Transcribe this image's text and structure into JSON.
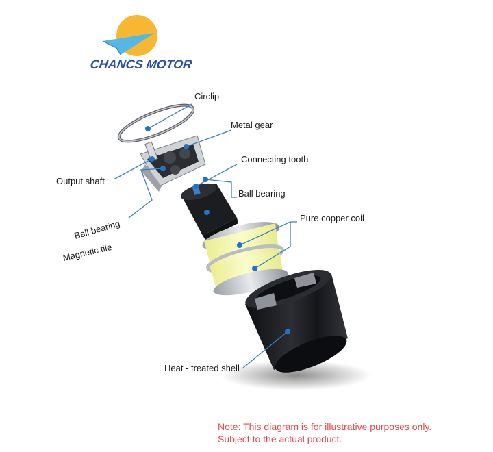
{
  "logo": {
    "text": "CHANCS MOTOR",
    "sun_color": "#f7b733",
    "text_color": "#2b52a6",
    "plane_color": "#53b7e8"
  },
  "labels": {
    "circlip": "Circlip",
    "metal_gear": "Metal gear",
    "output_shaft": "Output shaft",
    "connecting_tooth": "Connecting tooth",
    "ball_bearing_right": "Ball bearing",
    "ball_bearing_left": "Ball bearing",
    "pure_copper_coil": "Pure copper coil",
    "magnetic_tile": "Magnetic tile",
    "heat_treated_shell": "Heat - treated shell"
  },
  "note": {
    "line1": "Note: This diagram is for illustrative purposes only.",
    "line2": "Subject to the actual product."
  },
  "colors": {
    "callout_line": "#3b7fc4",
    "callout_dot": "#1f74c9",
    "note": "#e8474d",
    "coil": "#f6f7b8",
    "motor_body": "#1c1d21"
  }
}
